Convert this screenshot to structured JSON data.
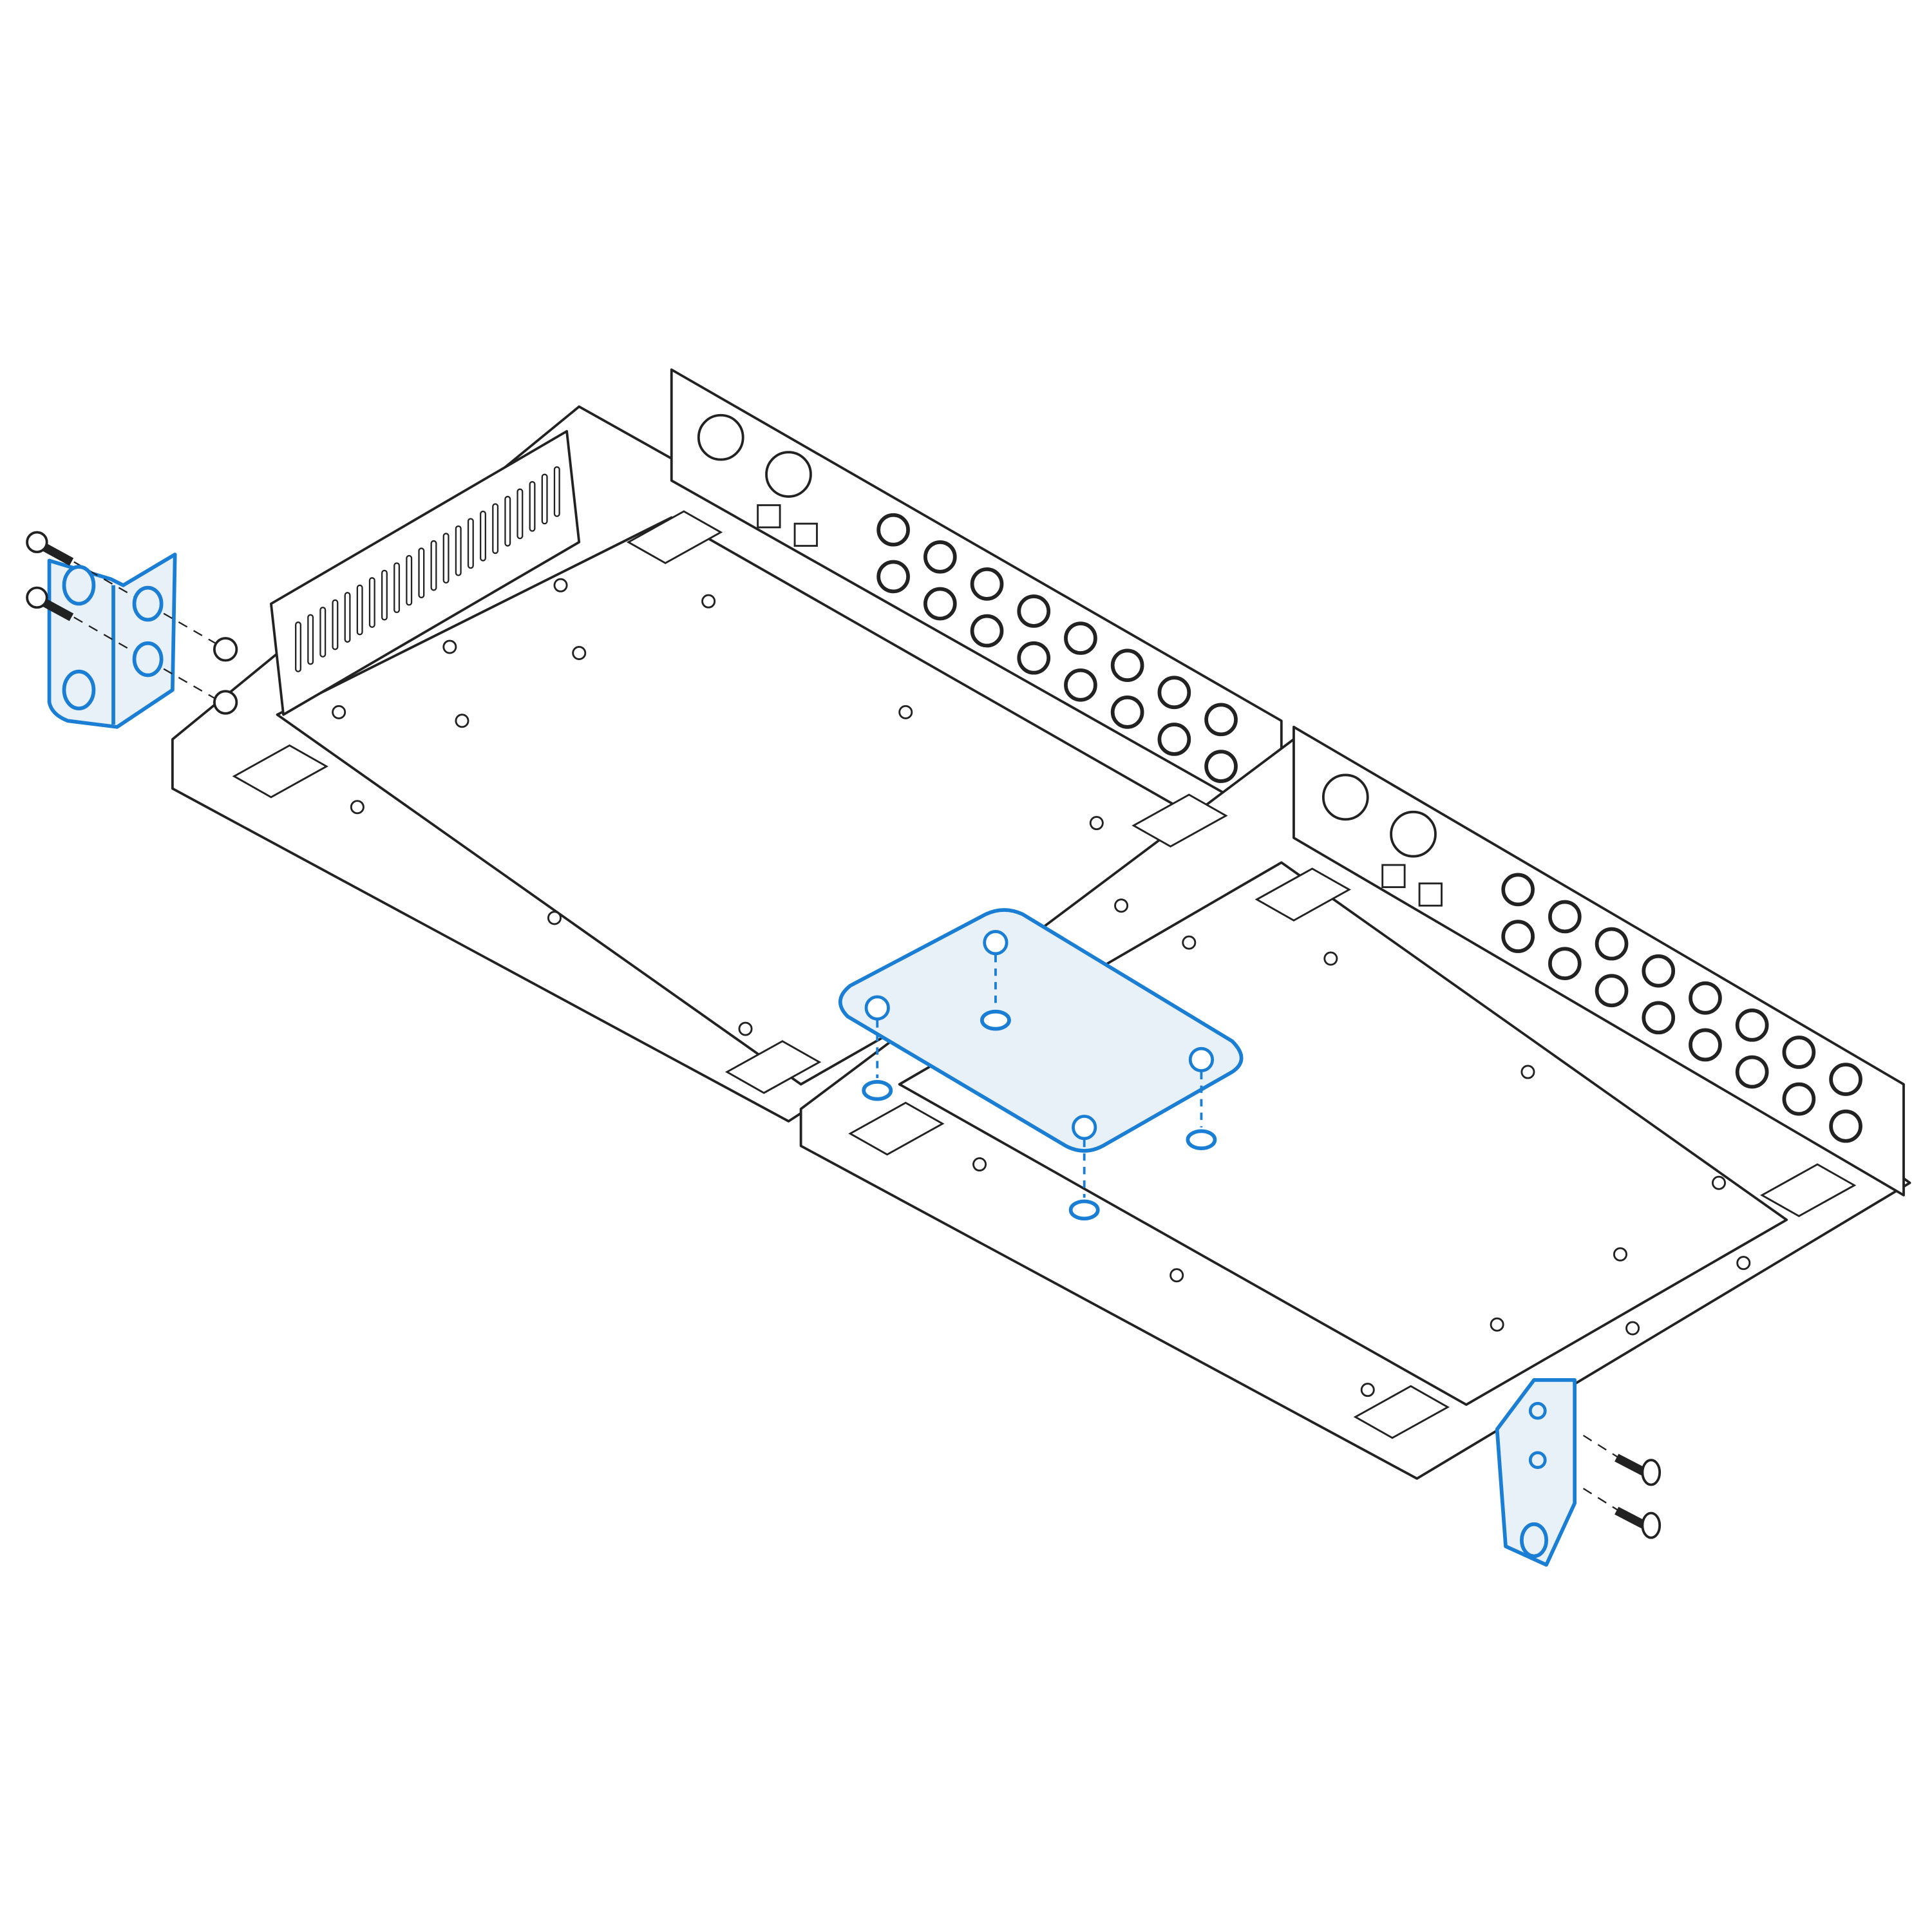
{
  "colors": {
    "line": "#222222",
    "accent_blue": "#1a7fd4",
    "accent_fill": "#e8f0f8",
    "background": "#ffffff"
  },
  "parts": {
    "units": [
      "rear-unit",
      "front-unit"
    ],
    "highlighted": [
      "left-rack-ear",
      "right-rack-ear",
      "joining-plate",
      "plate-screws"
    ],
    "icons": [
      "screw-icon",
      "jack-icon",
      "midi-port-icon",
      "ethernet-port-icon",
      "rubber-foot-icon"
    ]
  }
}
